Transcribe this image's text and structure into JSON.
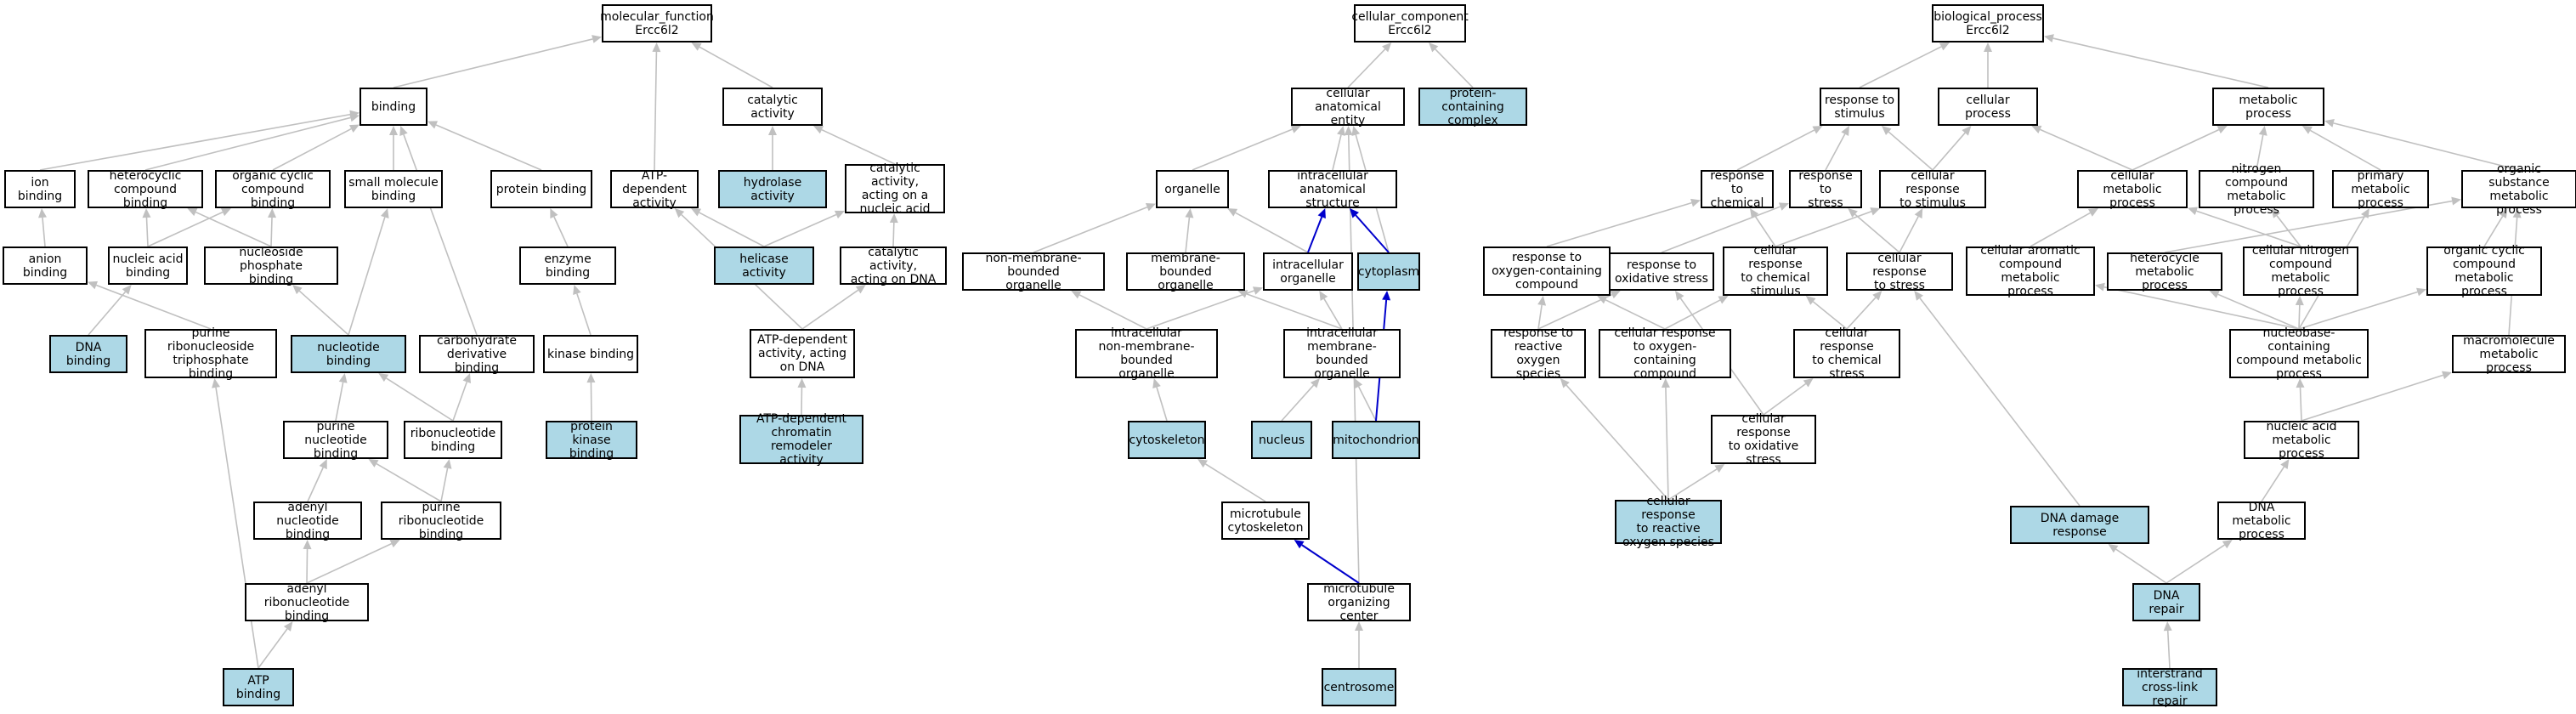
{
  "colors": {
    "node_fill": "#ffffff",
    "highlight_fill": "#add8e6",
    "edge": "#c0c0c0",
    "edge_strong": "#0000cc",
    "border": "#000000"
  },
  "nodes": {
    "mf": {
      "label": "molecular_function\nErcc6l2"
    },
    "binding": {
      "label": "binding"
    },
    "catalytic": {
      "label": "catalytic activity"
    },
    "ion_binding": {
      "label": "ion binding"
    },
    "hetero_binding": {
      "label": "heterocyclic\ncompound binding"
    },
    "orgcyc_binding": {
      "label": "organic cyclic\ncompound binding"
    },
    "smallmol_binding": {
      "label": "small molecule\nbinding"
    },
    "protein_binding": {
      "label": "protein binding"
    },
    "atpdep": {
      "label": "ATP-dependent\nactivity"
    },
    "hydrolase": {
      "label": "hydrolase activity",
      "highlight": true
    },
    "cat_nucleic": {
      "label": "catalytic activity,\nacting on a\nnucleic acid"
    },
    "anion_binding": {
      "label": "anion binding"
    },
    "nucleic_binding": {
      "label": "nucleic acid\nbinding"
    },
    "nucphos_binding": {
      "label": "nucleoside phosphate\nbinding"
    },
    "enzyme_binding": {
      "label": "enzyme binding"
    },
    "helicase": {
      "label": "helicase activity",
      "highlight": true
    },
    "cat_dna": {
      "label": "catalytic activity,\nacting on DNA"
    },
    "dna_binding": {
      "label": "DNA binding",
      "highlight": true
    },
    "purine_rnt_binding": {
      "label": "purine ribonucleoside\ntriphosphate\nbinding"
    },
    "nucleotide_binding": {
      "label": "nucleotide binding",
      "highlight": true
    },
    "carb_binding": {
      "label": "carbohydrate\nderivative binding"
    },
    "kinase_binding": {
      "label": "kinase binding"
    },
    "atpdep_dna": {
      "label": "ATP-dependent\nactivity, acting\non DNA"
    },
    "purine_nuc_binding": {
      "label": "purine nucleotide\nbinding"
    },
    "ribonuc_binding": {
      "label": "ribonucleotide\nbinding"
    },
    "pkinase_binding": {
      "label": "protein kinase\nbinding",
      "highlight": true
    },
    "chromatin": {
      "label": "ATP-dependent\nchromatin remodeler\nactivity",
      "highlight": true
    },
    "adenyl_nuc": {
      "label": "adenyl nucleotide\nbinding"
    },
    "purine_ribonuc": {
      "label": "purine ribonucleotide\nbinding"
    },
    "adenyl_ribonuc": {
      "label": "adenyl ribonucleotide\nbinding"
    },
    "atp_binding": {
      "label": "ATP binding",
      "highlight": true
    },
    "cc": {
      "label": "cellular_component\nErcc6l2"
    },
    "cae": {
      "label": "cellular anatomical\nentity"
    },
    "pcc": {
      "label": "protein-containing\ncomplex",
      "highlight": true
    },
    "organelle": {
      "label": "organelle"
    },
    "intra_anat": {
      "label": "intracellular\nanatomical structure"
    },
    "nmb_org": {
      "label": "non-membrane-bounded\norganelle"
    },
    "mb_org": {
      "label": "membrane-bounded\norganelle"
    },
    "intra_org": {
      "label": "intracellular\norganelle"
    },
    "cytoplasm": {
      "label": "cytoplasm",
      "highlight": true
    },
    "intra_nmb": {
      "label": "intracellular\nnon-membrane-bounded\norganelle"
    },
    "intra_mb": {
      "label": "intracellular\nmembrane-bounded\norganelle"
    },
    "cytoskeleton": {
      "label": "cytoskeleton",
      "highlight": true
    },
    "nucleus": {
      "label": "nucleus",
      "highlight": true
    },
    "mito": {
      "label": "mitochondrion",
      "highlight": true
    },
    "mt_cyto": {
      "label": "microtubule\ncytoskeleton"
    },
    "mtoc": {
      "label": "microtubule\norganizing center"
    },
    "centrosome": {
      "label": "centrosome",
      "highlight": true
    },
    "bp": {
      "label": "biological_process\nErcc6l2"
    },
    "resp_stim": {
      "label": "response to\nstimulus"
    },
    "cell_proc": {
      "label": "cellular process"
    },
    "met_proc": {
      "label": "metabolic process"
    },
    "resp_chem": {
      "label": "response to\nchemical"
    },
    "resp_stress": {
      "label": "response to\nstress"
    },
    "cell_resp_stim": {
      "label": "cellular response\nto stimulus"
    },
    "cell_met": {
      "label": "cellular metabolic\nprocess"
    },
    "nitro_met": {
      "label": "nitrogen compound\nmetabolic process"
    },
    "prim_met": {
      "label": "primary metabolic\nprocess"
    },
    "org_sub_met": {
      "label": "organic substance\nmetabolic process"
    },
    "resp_oxy": {
      "label": "response to\noxygen-containing\ncompound"
    },
    "resp_oxstress": {
      "label": "response to\noxidative stress"
    },
    "cell_resp_chem_stim": {
      "label": "cellular response\nto chemical\nstimulus"
    },
    "cell_resp_stress": {
      "label": "cellular response\nto stress"
    },
    "cell_arom_met": {
      "label": "cellular aromatic\ncompound metabolic\nprocess"
    },
    "hetcyc_met": {
      "label": "heterocycle\nmetabolic process"
    },
    "cell_nitro_met": {
      "label": "cellular nitrogen\ncompound metabolic\nprocess"
    },
    "orgcyc_met": {
      "label": "organic cyclic\ncompound metabolic\nprocess"
    },
    "resp_ros": {
      "label": "response to\nreactive oxygen\nspecies"
    },
    "cell_resp_oxy": {
      "label": "cellular response\nto oxygen-containing\ncompound"
    },
    "cell_resp_chem_stress": {
      "label": "cellular response\nto chemical\nstress"
    },
    "nucbase_met": {
      "label": "nucleobase-containing\ncompound metabolic\nprocess"
    },
    "macro_met": {
      "label": "macromolecule\nmetabolic process"
    },
    "cell_resp_oxstress": {
      "label": "cellular response\nto oxidative\nstress"
    },
    "nucacid_met": {
      "label": "nucleic acid\nmetabolic process"
    },
    "cell_resp_ros": {
      "label": "cellular response\nto reactive\noxygen species",
      "highlight": true
    },
    "dna_damage": {
      "label": "DNA damage response",
      "highlight": true
    },
    "dna_met": {
      "label": "DNA metabolic\nprocess"
    },
    "dna_repair": {
      "label": "DNA repair",
      "highlight": true
    },
    "icl_repair": {
      "label": "interstrand\ncross-link repair",
      "highlight": true
    }
  }
}
